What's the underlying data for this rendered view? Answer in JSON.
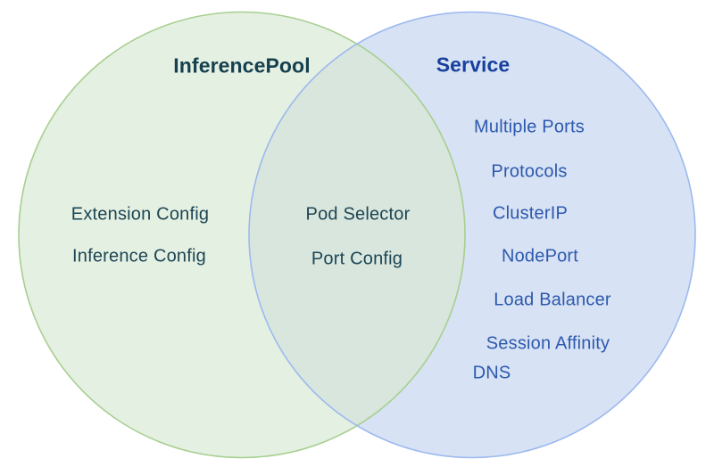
{
  "diagram": {
    "type": "venn-diagram",
    "left_circle": {
      "title": "InferencePool",
      "items": [
        "Extension Config",
        "Inference Config"
      ],
      "fill_color": "#e4f0e2",
      "stroke_color": "#a8cf90",
      "title_color": "#16404f",
      "item_color": "#1d4554"
    },
    "right_circle": {
      "title": "Service",
      "items": [
        "Multiple Ports",
        "Protocols",
        "ClusterIP",
        "NodePort",
        "Load Balancer",
        "Session Affinity",
        "DNS"
      ],
      "fill_color": "#d7e2f4",
      "stroke_color": "#9db9ef",
      "title_color": "#18409c",
      "item_color": "#2d59ad"
    },
    "overlap": {
      "items": [
        "Pod Selector",
        "Port Config"
      ],
      "fill_color": "#d8e6dd",
      "item_color": "#1d4554"
    }
  }
}
